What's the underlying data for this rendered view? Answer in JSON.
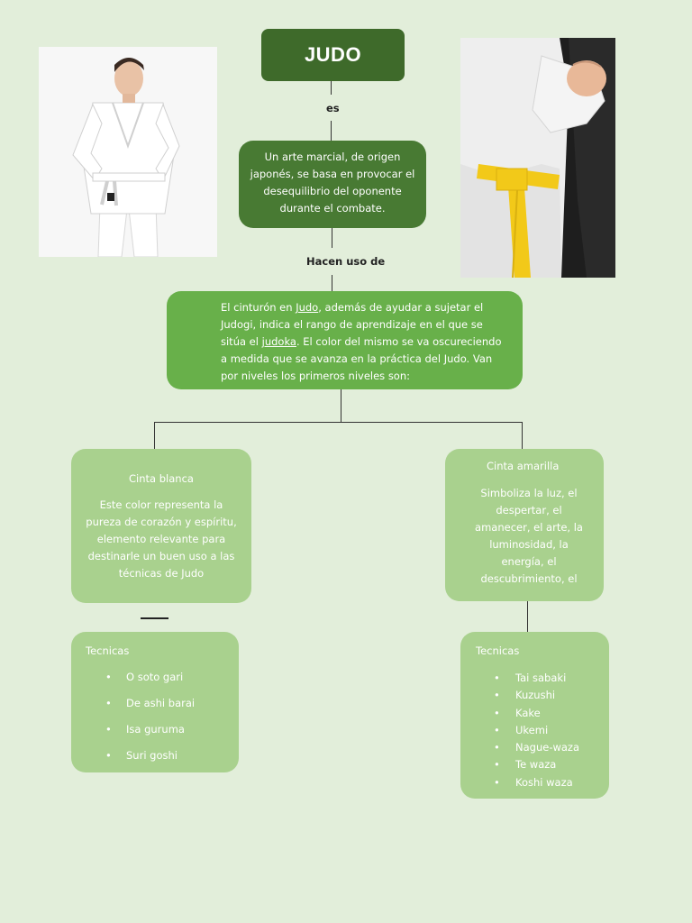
{
  "title": "JUDO",
  "label_es": "es",
  "definition": "Un arte marcial, de origen japonés, se basa en provocar el desequilibrio del oponente durante el combate.",
  "label_hacen": "Hacen uso de",
  "belt": {
    "pre1": "El cinturón en ",
    "link1": "Judo",
    "mid": ", además de ayudar a sujetar el Judogi, indica el rango de aprendizaje en el que se sitúa el ",
    "link2": "judoka",
    "post": ". El color del mismo se va oscureciendo a medida que se avanza en la práctica del Judo. Van por niveles los primeros niveles son:"
  },
  "white": {
    "title": "Cinta blanca",
    "text": "Este color representa la pureza de corazón y espíritu, elemento relevante para destinarle un buen uso a las técnicas de Judo"
  },
  "yellow": {
    "title": "Cinta amarilla",
    "text": "Simboliza la luz, el despertar, el amanecer, el arte, la luminosidad, la energía, el descubrimiento, el"
  },
  "tech_left": {
    "title": "Tecnicas",
    "items": [
      "O soto gari",
      "De ashi barai",
      "Isa guruma",
      "Suri goshi"
    ]
  },
  "tech_right": {
    "title": "Tecnicas",
    "items": [
      "Tai sabaki",
      "Kuzushi",
      "Kake",
      "Ukemi",
      "Nague-waza",
      "Te waza",
      "Koshi waza"
    ]
  },
  "colors": {
    "background": "#e2eeda",
    "title_box": "#3e6a2a",
    "definition_box": "#487a33",
    "belt_box": "#68b04a",
    "leaf_box": "#a9d18e",
    "yellow_belt": "#f2c919"
  }
}
